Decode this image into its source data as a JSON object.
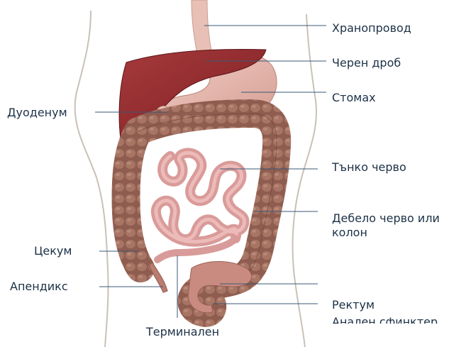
{
  "labels": {
    "esophagus": "Хранопровод",
    "liver": "Черен дроб",
    "stomach": "Стомах",
    "duodenum": "Дуоденум",
    "small_intestine": "Тънко черво",
    "large_intestine": "Дебело черво или колон",
    "cecum": "Цекум",
    "appendix": "Апендикс",
    "rectum": "Ректум",
    "anal_sphincter": "Анален сфинктер",
    "terminal": "Терминален"
  },
  "colors": {
    "label_text": "#1c3146",
    "leader_line": "#3b5876",
    "liver": "#8e2a2d",
    "stomach": "#e6b7ae",
    "colon": "#8b5a4c",
    "small_intestine": "#d99b99",
    "torso_outline": "#c9c1b8"
  }
}
